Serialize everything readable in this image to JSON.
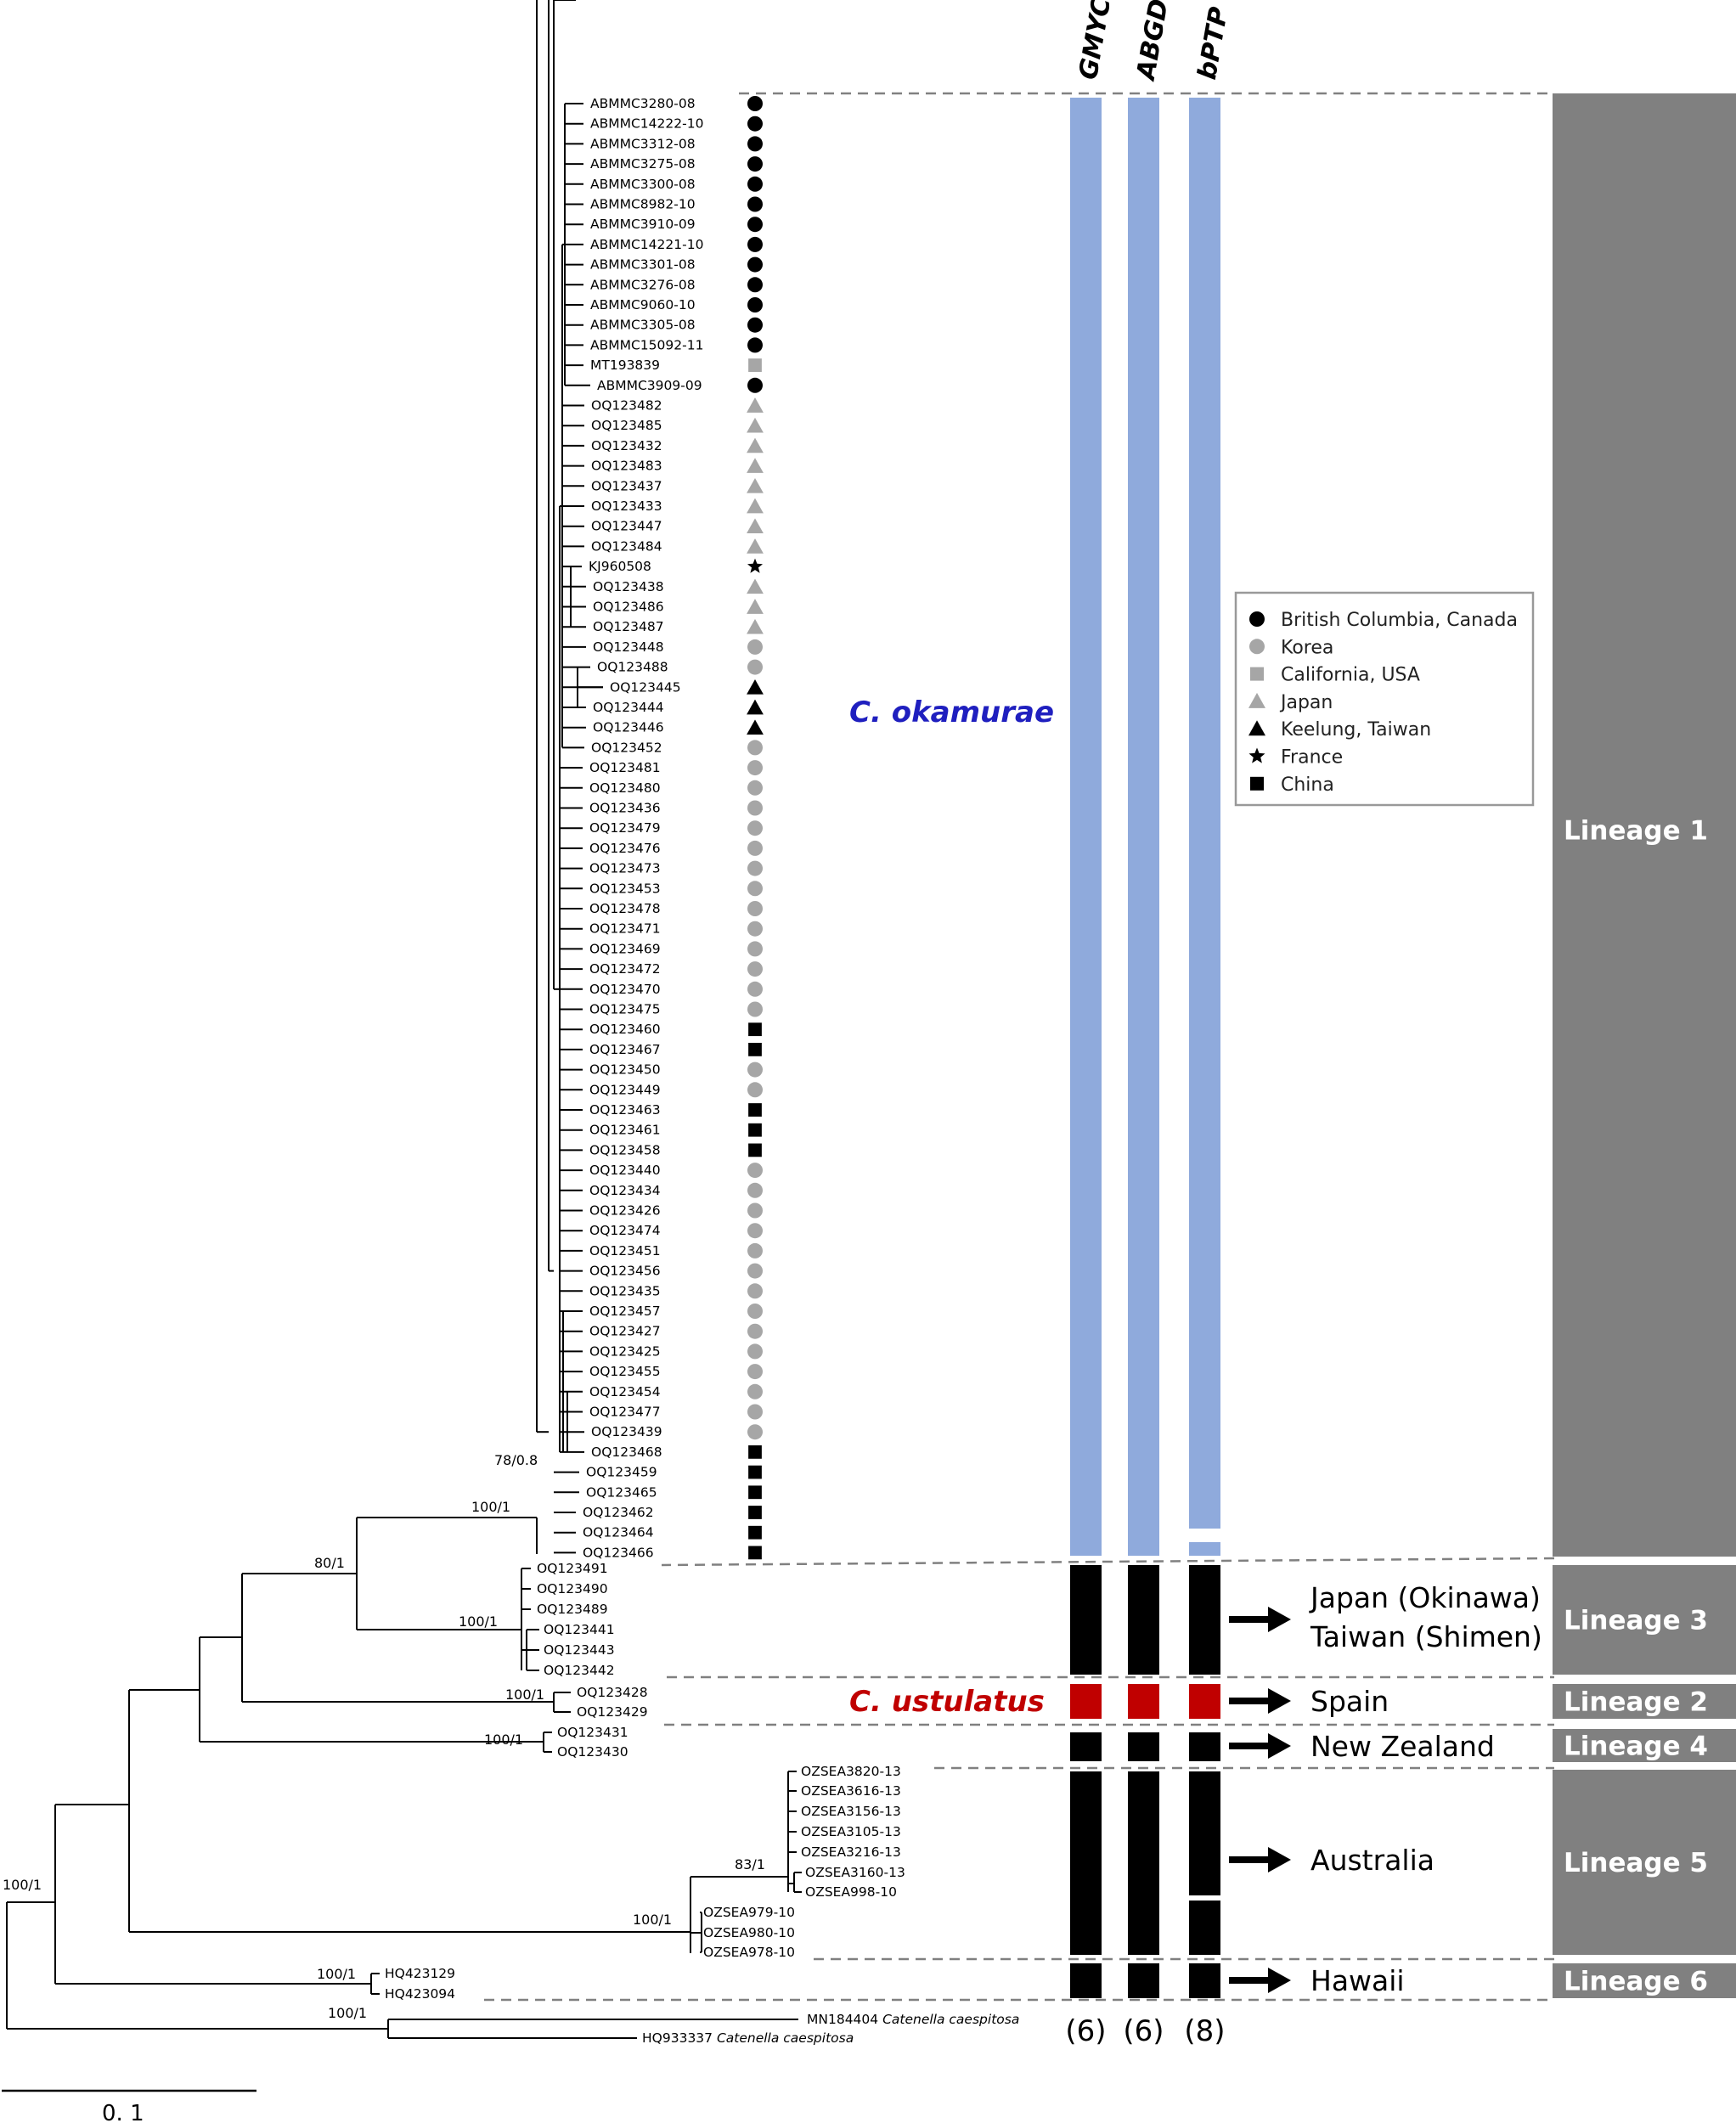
{
  "methods": [
    "GMYC",
    "ABGD",
    "bPTP"
  ],
  "method_counts": [
    "(6)",
    "(6)",
    "(8)"
  ],
  "species": {
    "okamurae": "C. okamurae",
    "ustulatus": "C. ustulatus"
  },
  "colors": {
    "blue_bar": "#8faadc",
    "red_bar": "#c00000",
    "lineage_bg": "#808080",
    "okamurae_text": "#1f1fbf",
    "ustulatus_text": "#c00000",
    "light_marker": "#a6a6a6"
  },
  "legend": [
    {
      "shape": "circle",
      "fill": "black",
      "label": "British Columbia, Canada"
    },
    {
      "shape": "circle",
      "fill": "gray",
      "label": "Korea"
    },
    {
      "shape": "square",
      "fill": "gray",
      "label": "California, USA"
    },
    {
      "shape": "triangle",
      "fill": "gray",
      "label": "Japan"
    },
    {
      "shape": "triangle",
      "fill": "black",
      "label": "Keelung, Taiwan"
    },
    {
      "shape": "star",
      "fill": "black",
      "label": "France"
    },
    {
      "shape": "square",
      "fill": "black",
      "label": "China"
    }
  ],
  "lineages": [
    {
      "label": "Lineage 1",
      "region": ""
    },
    {
      "label": "Lineage 3",
      "region": [
        "Japan (Okinawa)",
        "Taiwan (Shimen)"
      ]
    },
    {
      "label": "Lineage 2",
      "region": [
        "Spain"
      ]
    },
    {
      "label": "Lineage 4",
      "region": [
        "New Zealand"
      ]
    },
    {
      "label": "Lineage 5",
      "region": [
        "Australia"
      ]
    },
    {
      "label": "Lineage 6",
      "region": [
        "Hawaii"
      ]
    }
  ],
  "support_values": [
    "78/0.8",
    "100/1",
    "80/1",
    "100/1",
    "100/1",
    "100/1",
    "83/1",
    "100/1",
    "100/1",
    "100/1",
    "100/1"
  ],
  "scale_bar": "0. 1",
  "lineage1_taxa": [
    {
      "name": "ABMMC3280-08",
      "m": "cb"
    },
    {
      "name": "ABMMC14222-10",
      "m": "cb"
    },
    {
      "name": "ABMMC3312-08",
      "m": "cb"
    },
    {
      "name": "ABMMC3275-08",
      "m": "cb"
    },
    {
      "name": "ABMMC3300-08",
      "m": "cb"
    },
    {
      "name": "ABMMC8982-10",
      "m": "cb"
    },
    {
      "name": "ABMMC3910-09",
      "m": "cb"
    },
    {
      "name": "ABMMC14221-10",
      "m": "cb"
    },
    {
      "name": "ABMMC3301-08",
      "m": "cb"
    },
    {
      "name": "ABMMC3276-08",
      "m": "cb"
    },
    {
      "name": "ABMMC9060-10",
      "m": "cb"
    },
    {
      "name": "ABMMC3305-08",
      "m": "cb"
    },
    {
      "name": "ABMMC15092-11",
      "m": "cb"
    },
    {
      "name": "MT193839",
      "m": "sg"
    },
    {
      "name": "ABMMC3909-09",
      "m": "cb"
    },
    {
      "name": "OQ123482",
      "m": "tg"
    },
    {
      "name": "OQ123485",
      "m": "tg"
    },
    {
      "name": "OQ123432",
      "m": "tg"
    },
    {
      "name": "OQ123483",
      "m": "tg"
    },
    {
      "name": "OQ123437",
      "m": "tg"
    },
    {
      "name": "OQ123433",
      "m": "tg"
    },
    {
      "name": "OQ123447",
      "m": "tg"
    },
    {
      "name": "OQ123484",
      "m": "tg"
    },
    {
      "name": "KJ960508",
      "m": "st"
    },
    {
      "name": "OQ123438",
      "m": "tg"
    },
    {
      "name": "OQ123486",
      "m": "tg"
    },
    {
      "name": "OQ123487",
      "m": "tg"
    },
    {
      "name": "OQ123448",
      "m": "cg"
    },
    {
      "name": "OQ123488",
      "m": "cg"
    },
    {
      "name": "OQ123445",
      "m": "tb"
    },
    {
      "name": "OQ123444",
      "m": "tb"
    },
    {
      "name": "OQ123446",
      "m": "tb"
    },
    {
      "name": "OQ123452",
      "m": "cg"
    },
    {
      "name": "OQ123481",
      "m": "cg"
    },
    {
      "name": "OQ123480",
      "m": "cg"
    },
    {
      "name": "OQ123436",
      "m": "cg"
    },
    {
      "name": "OQ123479",
      "m": "cg"
    },
    {
      "name": "OQ123476",
      "m": "cg"
    },
    {
      "name": "OQ123473",
      "m": "cg"
    },
    {
      "name": "OQ123453",
      "m": "cg"
    },
    {
      "name": "OQ123478",
      "m": "cg"
    },
    {
      "name": "OQ123471",
      "m": "cg"
    },
    {
      "name": "OQ123469",
      "m": "cg"
    },
    {
      "name": "OQ123472",
      "m": "cg"
    },
    {
      "name": "OQ123470",
      "m": "cg"
    },
    {
      "name": "OQ123475",
      "m": "cg"
    },
    {
      "name": "OQ123460",
      "m": "sb"
    },
    {
      "name": "OQ123467",
      "m": "sb"
    },
    {
      "name": "OQ123450",
      "m": "cg"
    },
    {
      "name": "OQ123449",
      "m": "cg"
    },
    {
      "name": "OQ123463",
      "m": "sb"
    },
    {
      "name": "OQ123461",
      "m": "sb"
    },
    {
      "name": "OQ123458",
      "m": "sb"
    },
    {
      "name": "OQ123440",
      "m": "cg"
    },
    {
      "name": "OQ123434",
      "m": "cg"
    },
    {
      "name": "OQ123426",
      "m": "cg"
    },
    {
      "name": "OQ123474",
      "m": "cg"
    },
    {
      "name": "OQ123451",
      "m": "cg"
    },
    {
      "name": "OQ123456",
      "m": "cg"
    },
    {
      "name": "OQ123435",
      "m": "cg"
    },
    {
      "name": "OQ123457",
      "m": "cg"
    },
    {
      "name": "OQ123427",
      "m": "cg"
    },
    {
      "name": "OQ123425",
      "m": "cg"
    },
    {
      "name": "OQ123455",
      "m": "cg"
    },
    {
      "name": "OQ123454",
      "m": "cg"
    },
    {
      "name": "OQ123477",
      "m": "cg"
    },
    {
      "name": "OQ123439",
      "m": "cg"
    },
    {
      "name": "OQ123468",
      "m": "sb"
    },
    {
      "name": "OQ123459",
      "m": "sb"
    },
    {
      "name": "OQ123465",
      "m": "sb"
    },
    {
      "name": "OQ123462",
      "m": "sb"
    },
    {
      "name": "OQ123464",
      "m": "sb"
    },
    {
      "name": "OQ123466",
      "m": "sb"
    }
  ],
  "lineage3_taxa": [
    "OQ123491",
    "OQ123490",
    "OQ123489",
    "OQ123441",
    "OQ123443",
    "OQ123442"
  ],
  "lineage2_taxa": [
    "OQ123428",
    "OQ123429"
  ],
  "lineage4_taxa": [
    "OQ123431",
    "OQ123430"
  ],
  "lineage5_taxa": [
    "OZSEA3820-13",
    "OZSEA3616-13",
    "OZSEA3156-13",
    "OZSEA3105-13",
    "OZSEA3216-13",
    "OZSEA3160-13",
    "OZSEA998-10",
    "OZSEA979-10",
    "OZSEA980-10",
    "OZSEA978-10"
  ],
  "lineage6_taxa": [
    "HQ423129",
    "HQ423094"
  ],
  "outgroup_taxa": [
    {
      "acc": "MN184404",
      "sp": "Catenella caespitosa"
    },
    {
      "acc": "HQ933337",
      "sp": "Catenella caespitosa"
    }
  ]
}
